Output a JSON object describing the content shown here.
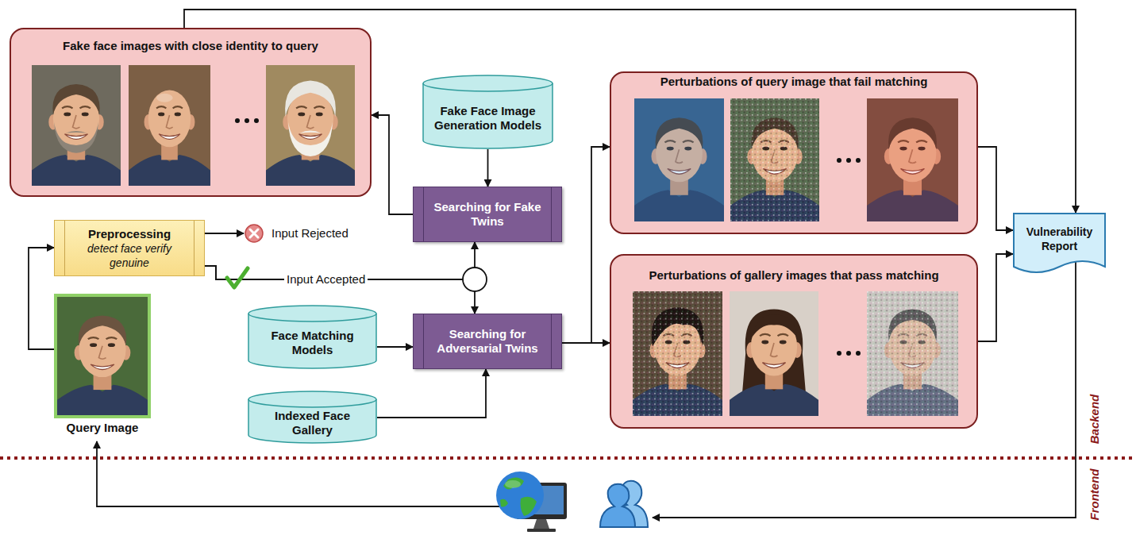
{
  "diagram": {
    "nodes": [
      {
        "text": [
          "Fake face images with close identity to query"
        ]
      },
      {
        "text": [
          "Fake Face Image Generation Models"
        ]
      },
      {
        "text": [
          "Searching for Fake Twins"
        ]
      },
      {
        "text": [
          "Perturbations of query image that fail matching"
        ]
      },
      {
        "text": [
          "Vulnerability Report"
        ]
      },
      {
        "text": [
          "Preprocessing",
          "detect face verify genuine"
        ]
      },
      {
        "text": [
          "Perturbations of gallery images that pass matching"
        ]
      },
      {
        "text": [
          "Searching for Adversarial Twins"
        ]
      },
      {
        "text": [
          "Face Matching Models"
        ]
      },
      {
        "text": [
          "Query Image"
        ]
      },
      {
        "text": [
          "Indexed Face Gallery"
        ]
      }
    ],
    "edges": [
      {
        "from": 9,
        "to": 5,
        "arrow": "to"
      },
      {
        "from": 5,
        "to": 2,
        "arrow": "to"
      },
      {
        "from": 5,
        "to": 7,
        "label": "Input Accepted",
        "arrow": "to"
      },
      {
        "from": 1,
        "to": 2,
        "arrow": "to"
      },
      {
        "from": 2,
        "to": 0,
        "arrow": "to"
      },
      {
        "from": 8,
        "to": 7,
        "arrow": "to"
      },
      {
        "from": 10,
        "to": 7,
        "arrow": "to"
      },
      {
        "from": 7,
        "to": 3,
        "arrow": "to"
      },
      {
        "from": 7,
        "to": 6,
        "arrow": "to"
      },
      {
        "from": 3,
        "to": 4,
        "arrow": "to"
      },
      {
        "from": 6,
        "to": 4,
        "arrow": "to"
      },
      {
        "from": 0,
        "to": 4,
        "arrow": "to"
      }
    ],
    "labels": [
      "Input Rejected",
      "Backend",
      "Frontend"
    ]
  }
}
